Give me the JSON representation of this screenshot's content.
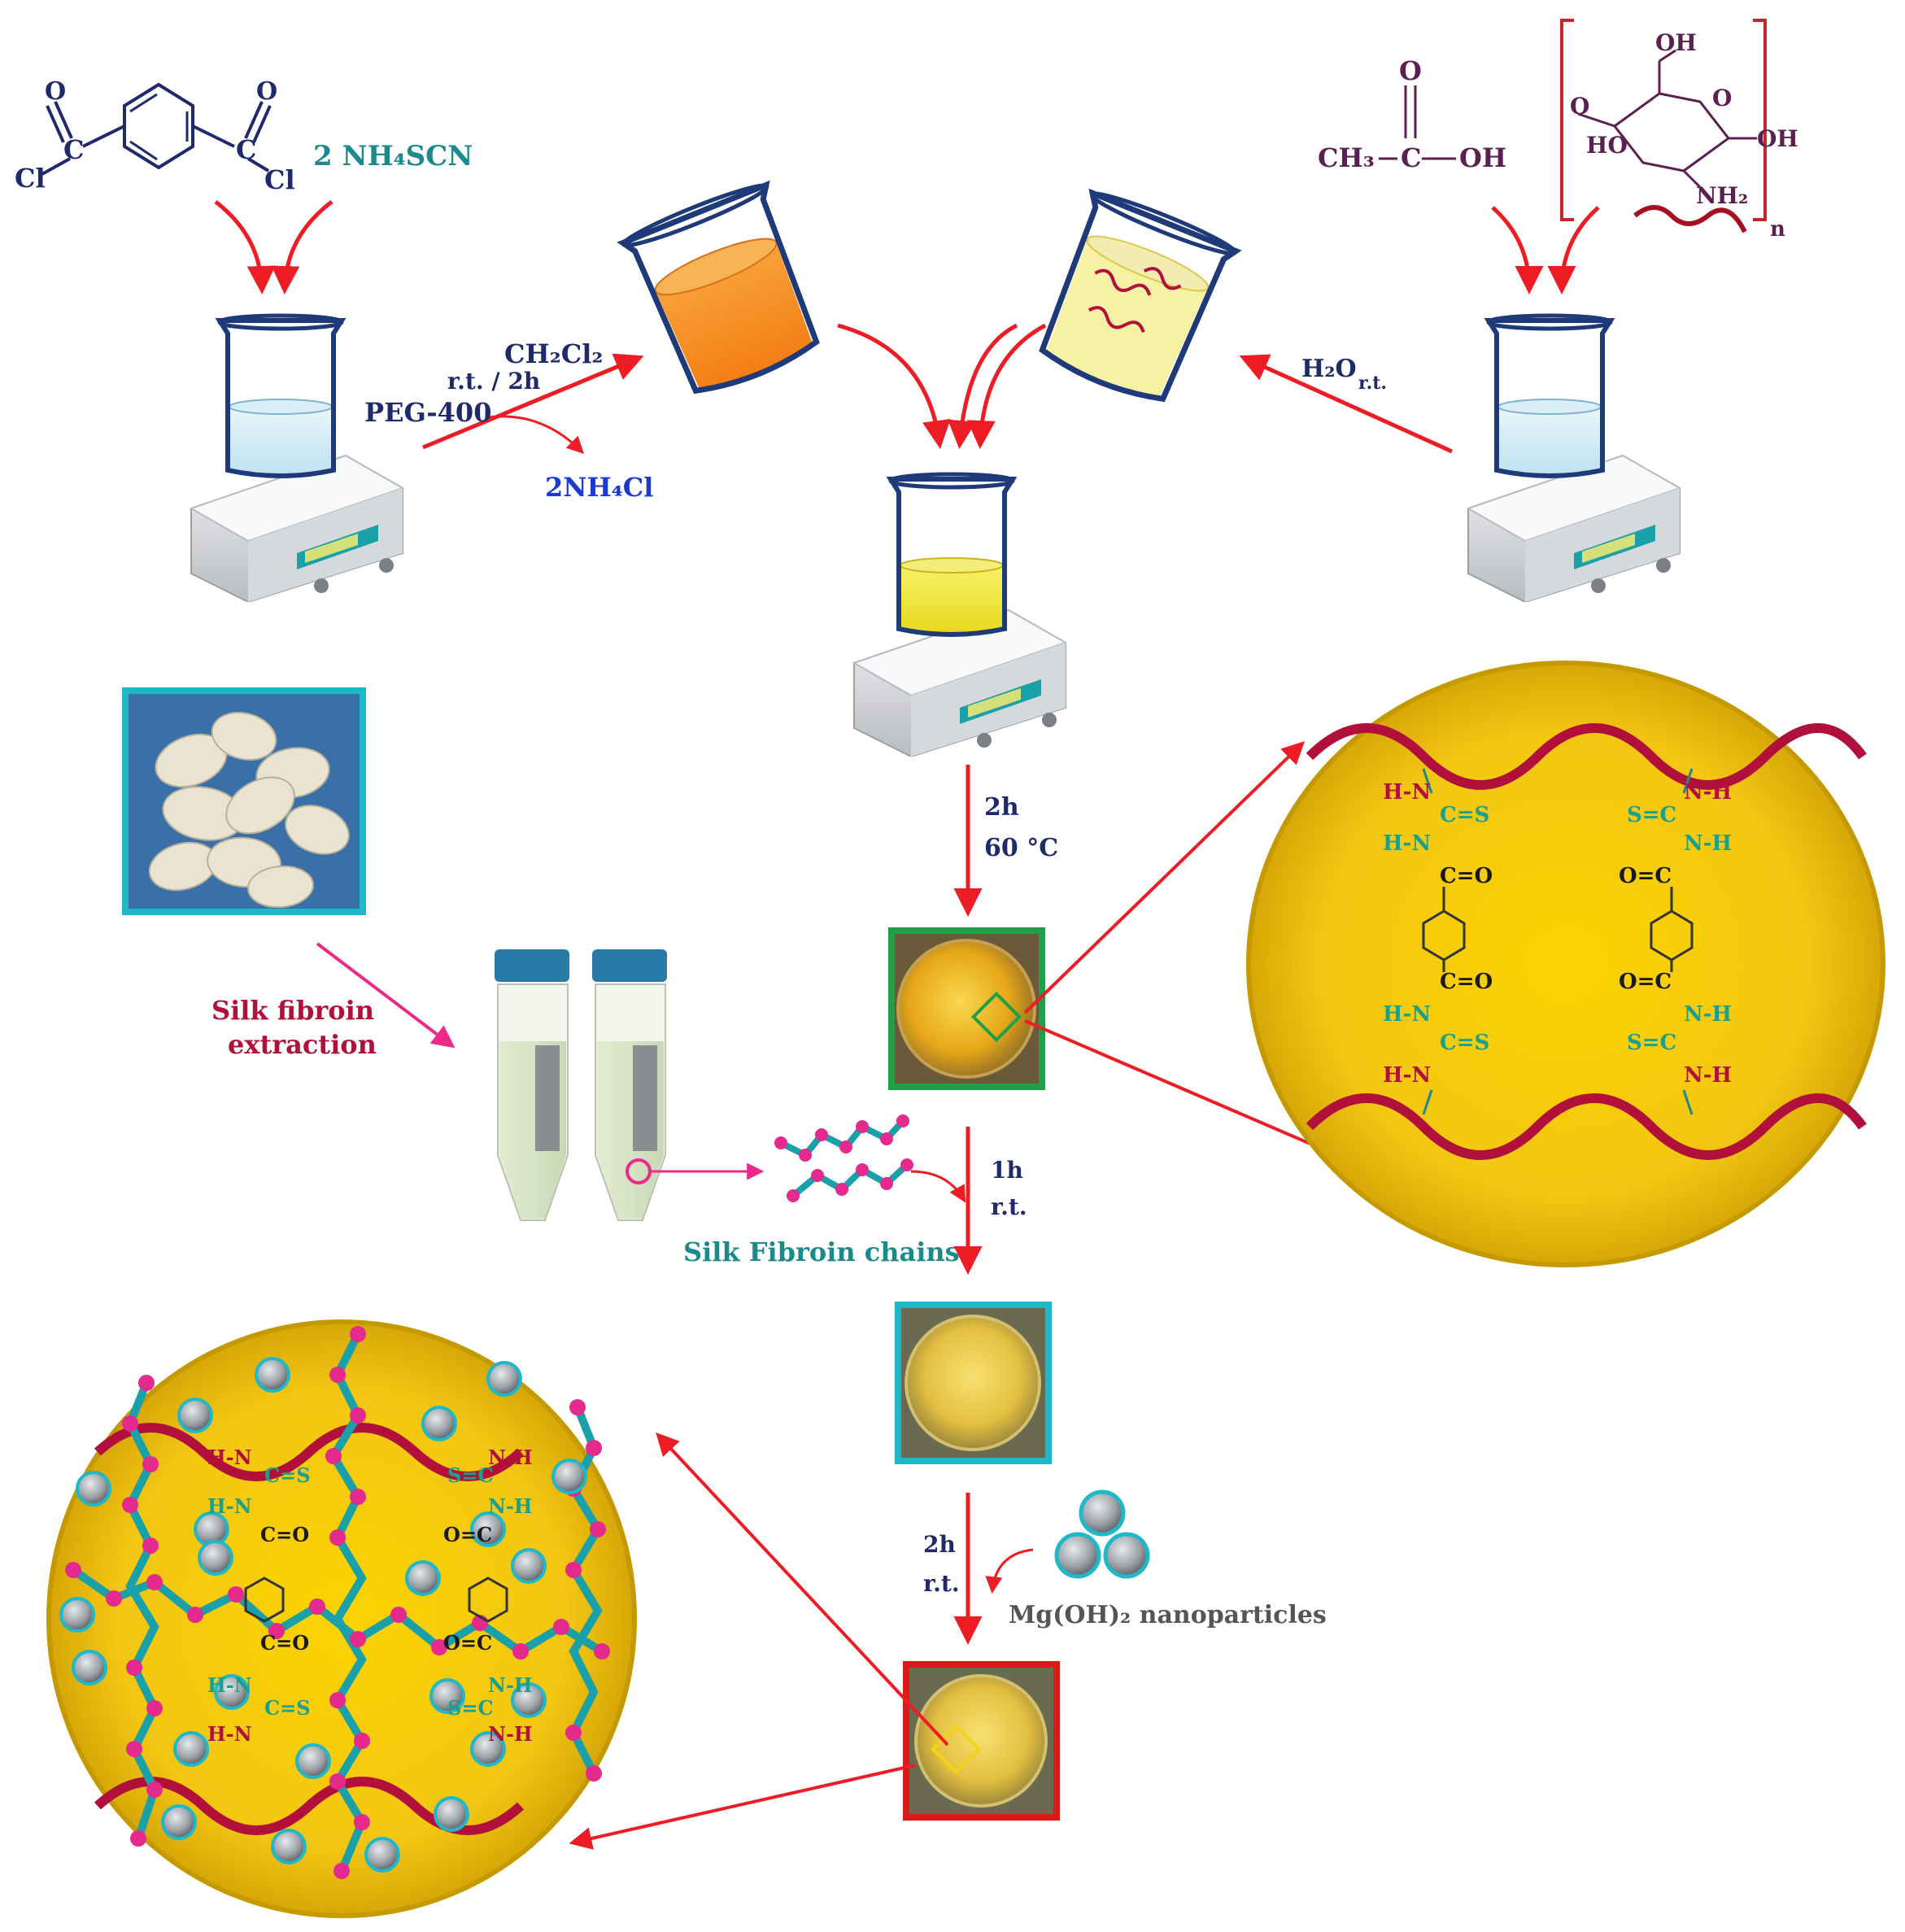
{
  "colors": {
    "arrow": "#ee1c24",
    "pink_arrow": "#ec2a8c",
    "navy": "#1f2a6b",
    "teal": "#1a8a8c",
    "maroon": "#b0103a",
    "purple": "#5a2050",
    "blue_text": "#1a3ad0",
    "green_text": "#1aa08c",
    "circle_fill": "#f2c81a",
    "frame_green": "#1fa048",
    "frame_cyan": "#1fb8c8",
    "frame_red": "#e01818",
    "beaker_outline": "#1f3a78"
  },
  "reagents": {
    "left": {
      "cl1": "Cl",
      "cl2": "Cl",
      "o1": "O",
      "o2": "O",
      "c1": "C",
      "c2": "C"
    },
    "ammonium_thiocyanate": "2 NH₄SCN",
    "acetic_acid": {
      "ch3": "CH₃",
      "c": "C",
      "oh": "OH",
      "o": "O"
    },
    "chitosan": {
      "oh_top": "OH",
      "o_ring": "O",
      "oh_right": "OH",
      "ho": "HO",
      "nh2": "NH₂",
      "o_left": "O",
      "n": "n"
    }
  },
  "conditions": {
    "ch2cl2": "CH₂Cl₂",
    "rt_2h": "r.t. / 2h",
    "peg": "PEG-400",
    "nh4cl": "2NH₄Cl",
    "h2o": "H₂O",
    "h2o_rt": "r.t.",
    "step1_time": "2h",
    "step1_temp": "60 °C",
    "step2_time": "1h",
    "step2_temp": "r.t.",
    "step3_time": "2h",
    "step3_temp": "r.t."
  },
  "labels": {
    "silk_extraction_line1": "Silk fibroin",
    "silk_extraction_line2": "extraction",
    "silk_chains": "Silk Fibroin chains",
    "mg_nanoparticles": "Mg(OH)₂ nanoparticles"
  },
  "structure": {
    "hn": "H-N",
    "nh": "N-H",
    "cs_left": "C=S",
    "cs_right": "S=C",
    "co_left": "C=O",
    "co_right": "O=C"
  }
}
